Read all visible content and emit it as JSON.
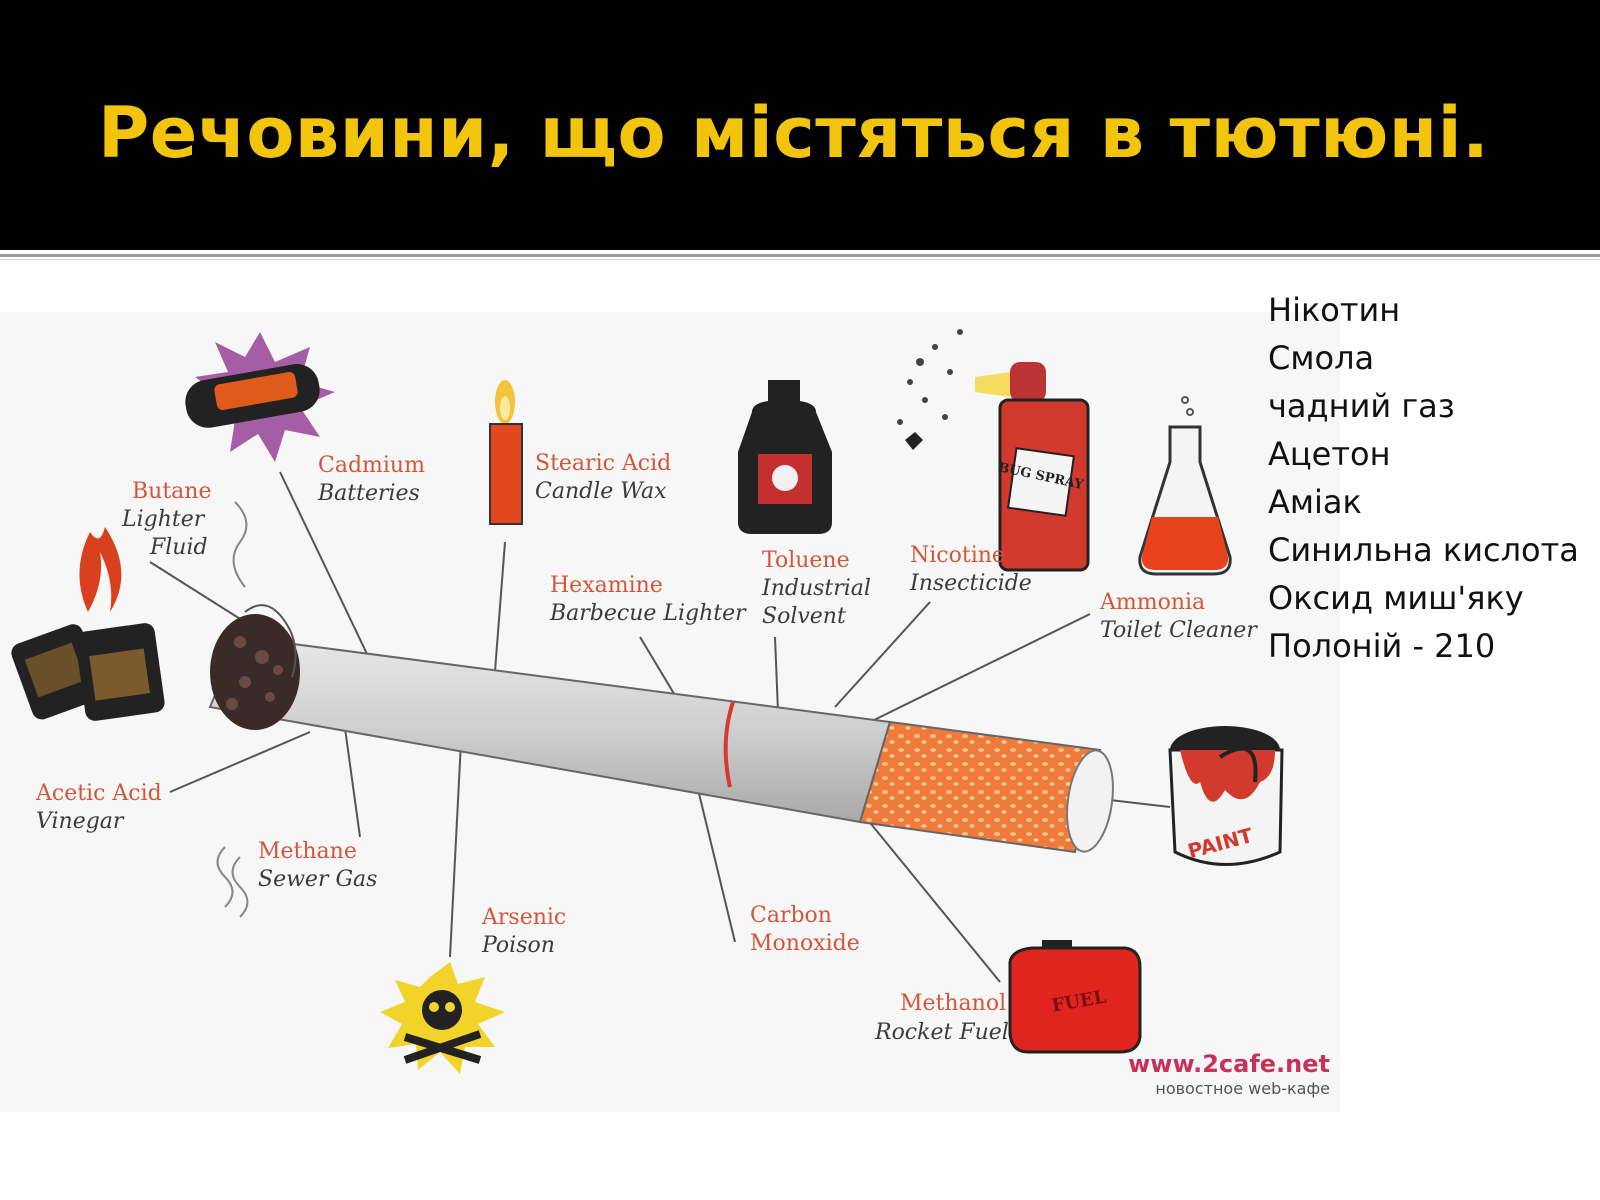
{
  "slide": {
    "title": "Речовини, що містяться в тютюні."
  },
  "list": {
    "items": [
      "Нікотин",
      "Смола",
      "чадний газ",
      "Ацетон",
      "Аміак",
      "Синильна кислота",
      "Оксид миш'яку",
      "Полоній - 210"
    ]
  },
  "figure": {
    "labels": {
      "cadmium": {
        "name": "Cadmium",
        "use": "Batteries"
      },
      "butane": {
        "name": "Butane",
        "use1": "Lighter",
        "use2": "Fluid"
      },
      "stearic": {
        "name": "Stearic Acid",
        "use": "Candle Wax"
      },
      "hexamine": {
        "name": "Hexamine",
        "use": "Barbecue Lighter"
      },
      "toluene": {
        "name": "Toluene",
        "use1": "Industrial",
        "use2": "Solvent"
      },
      "nicotine": {
        "name": "Nicotine",
        "use": "Insecticide"
      },
      "ammonia": {
        "name": "Ammonia",
        "use": "Toilet Cleaner"
      },
      "acetic": {
        "name": "Acetic Acid",
        "use": "Vinegar"
      },
      "methane": {
        "name": "Methane",
        "use": "Sewer Gas"
      },
      "arsenic": {
        "name": "Arsenic",
        "use": "Poison"
      },
      "carbon": {
        "name": "Carbon",
        "use": "Monoxide"
      },
      "methanol": {
        "name": "Methanol",
        "use": "Rocket Fuel"
      }
    },
    "icon_text": {
      "spray": "BUG SPRAY",
      "paint": "PAINT",
      "fuel": "FUEL"
    },
    "watermark": {
      "site": "www.2cafe.net",
      "tagline": "новостное web-кафе"
    },
    "colors": {
      "label_red": "#d4563a",
      "label_dark": "#3b3b3b",
      "filter_orange": "#f07a3a",
      "title_yellow": "#f2c40c"
    }
  }
}
